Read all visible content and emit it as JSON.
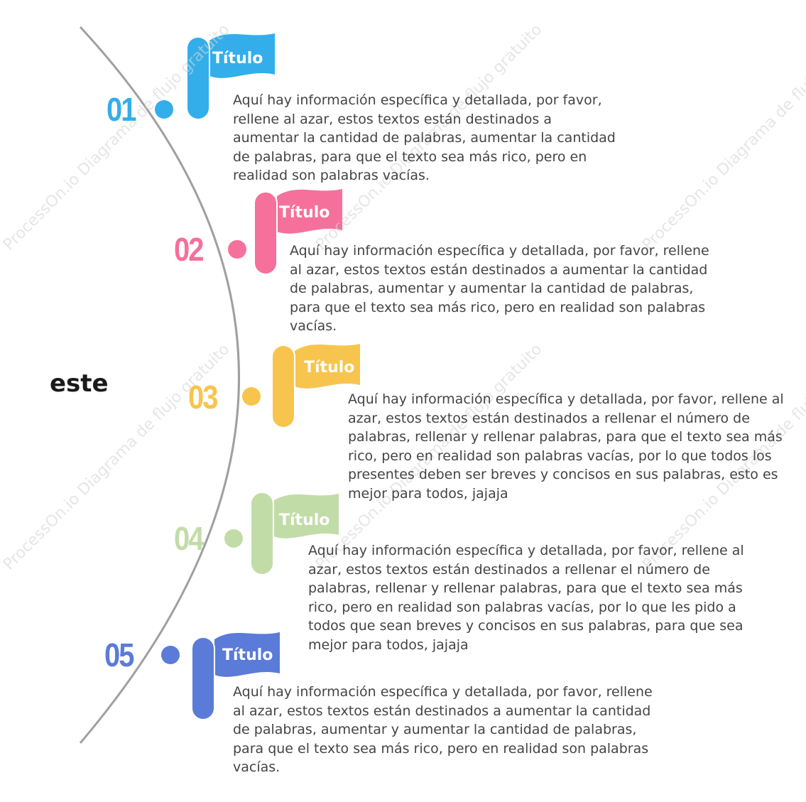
{
  "watermark": "ProcessOn.io Diagrama de flujo gratuito",
  "center_label": "este",
  "timeline_color": "#a0a0a0",
  "items": [
    {
      "number": "01",
      "title": "Título",
      "color": "#33aeea",
      "description": "Aquí hay información específica y detallada, por favor, rellene al azar, estos textos están destinados a aumentar la cantidad de palabras, aumentar la cantidad de palabras, para que el texto sea más rico, pero en realidad son palabras vacías."
    },
    {
      "number": "02",
      "title": "Título",
      "color": "#f5709b",
      "description": "Aquí hay información específica y detallada, por favor, rellene al azar, estos textos están destinados a aumentar la cantidad de palabras, aumentar y aumentar la cantidad de palabras, para que el texto sea más rico, pero en realidad son palabras vacías."
    },
    {
      "number": "03",
      "title": "Título",
      "color": "#f7c54d",
      "description": "Aquí hay información específica y detallada, por favor, rellene al azar, estos textos están destinados a rellenar el número de palabras, rellenar y rellenar palabras, para que el texto sea más rico, pero en realidad son palabras vacías, por lo que todos los presentes deben ser breves y concisos en sus palabras, esto es mejor para todos, jajaja"
    },
    {
      "number": "04",
      "title": "Título",
      "color": "#c2dca8",
      "description": "Aquí hay información específica y detallada, por favor, rellene al azar, estos textos están destinados a rellenar el número de palabras, rellenar y rellenar palabras, para que el texto sea más rico, pero en realidad son palabras vacías, por lo que les pido a todos que sean breves y concisos en sus palabras, para que sea mejor para todos, jajaja"
    },
    {
      "number": "05",
      "title": "Título",
      "color": "#5b7bd9",
      "description": "Aquí hay información específica y detallada, por favor, rellene al azar, estos textos están destinados a aumentar la cantidad de palabras, aumentar y aumentar la cantidad de palabras, para que el texto sea más rico, pero en realidad son palabras vacías."
    }
  ]
}
